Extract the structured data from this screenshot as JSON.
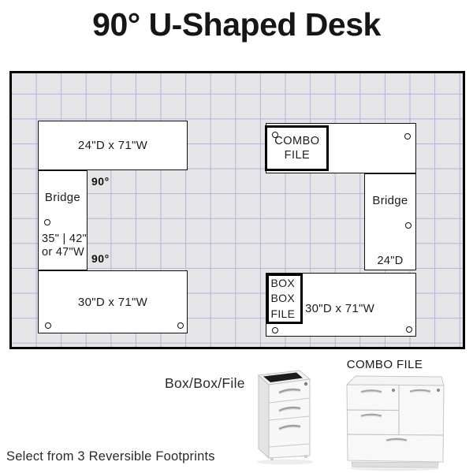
{
  "title": "90° U-Shaped Desk",
  "diagram": {
    "angle_top": "90°",
    "angle_bottom": "90°",
    "desk_top_left": {
      "label": "24\"D x 71\"W"
    },
    "desk_bottom_left": {
      "label": "30\"D x 71\"W"
    },
    "desk_top_right": {
      "combo_box_line1": "COMBO",
      "combo_box_line2": "FILE"
    },
    "desk_bottom_right": {
      "label": "30\"D x 71\"W",
      "box_line1": "BOX",
      "box_line2": "BOX",
      "box_line3": "FILE"
    },
    "bridge_left": {
      "label": "Bridge",
      "dims_line1": "35\" | 42\"",
      "dims_line2": "or 47\"W"
    },
    "bridge_right": {
      "label": "Bridge",
      "dims": "24\"D"
    }
  },
  "footer": {
    "combo_file_label": "COMBO FILE",
    "box_box_file_label": "Box/Box/File",
    "note": "Select from 3 Reversible Footprints"
  },
  "colors": {
    "grid_background": "#e5e4e6",
    "grid_line": "#b4b3de",
    "outline": "#050505",
    "surface": "#ffffff"
  }
}
